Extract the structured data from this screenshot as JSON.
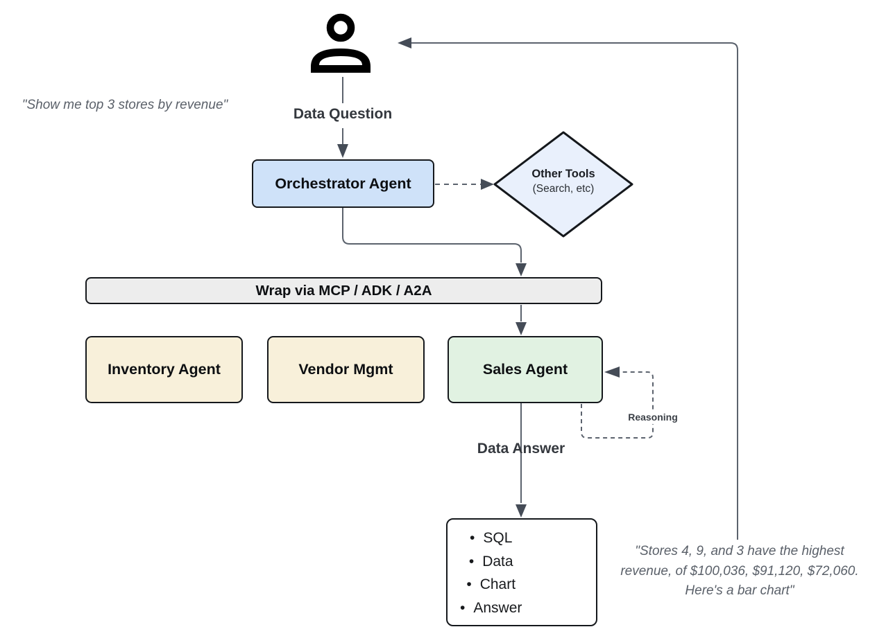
{
  "quotes": {
    "user_request": "\"Show me top 3 stores by revenue\"",
    "agent_response": "\"Stores 4, 9, and 3 have the highest\nrevenue, of $100,036, $91,120, $72,060.\nHere's a bar chart\""
  },
  "labels": {
    "data_question": "Data Question",
    "data_answer": "Data Answer",
    "reasoning": "Reasoning"
  },
  "nodes": {
    "orchestrator": "Orchestrator Agent",
    "other_tools": {
      "title": "Other Tools",
      "subtitle": "(Search, etc)"
    },
    "wrap_bar": "Wrap via MCP / ADK / A2A",
    "inventory": "Inventory Agent",
    "vendor": "Vendor Mgmt",
    "sales": "Sales Agent"
  },
  "output": {
    "items": [
      "SQL",
      "Data",
      "Chart",
      "Answer"
    ]
  },
  "colors": {
    "orchestrator_fill": "#cfe2f9",
    "other_tools_fill": "#e9f0fc",
    "wrap_bar_fill": "#ededed",
    "inventory_fill": "#f8f0da",
    "vendor_fill": "#f8f0da",
    "sales_fill": "#e1f2e2",
    "output_fill": "#ffffff",
    "shape_border": "#15181c",
    "connector_line": "#5b626d",
    "arrowhead": "#454c57",
    "label_text": "#34383e",
    "quote_text": "#5a6069"
  }
}
